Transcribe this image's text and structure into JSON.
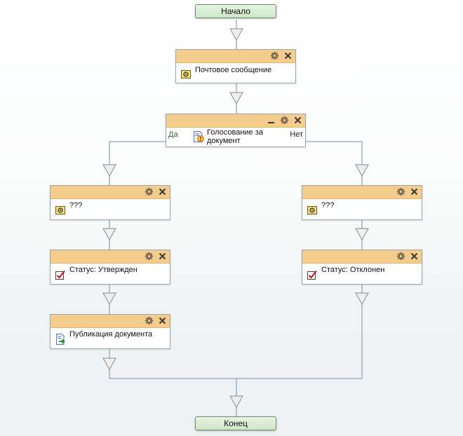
{
  "start": {
    "label": "Начало"
  },
  "end": {
    "label": "Конец"
  },
  "activities": {
    "mail": {
      "label": "Почтовое сообщение",
      "icon": "mail-icon"
    },
    "vote": {
      "label_line1": "Голосование за",
      "label_line2": "документ",
      "icon": "voting-document-icon",
      "yes": "Да",
      "no": "Нет"
    },
    "left_mail": {
      "label": "???",
      "icon": "mail-icon"
    },
    "right_mail": {
      "label": "???",
      "icon": "mail-icon"
    },
    "status_approved": {
      "label": "Статус: Утвержден",
      "icon": "status-check-icon"
    },
    "status_rejected": {
      "label": "Статус: Отклонен",
      "icon": "status-check-icon"
    },
    "publish": {
      "label": "Публикация документа",
      "icon": "publish-document-icon"
    }
  },
  "colors": {
    "header": "#f4cc8c",
    "terminal": "#cfe7c9",
    "connector": "#9db0c4",
    "arrow_fill": "#eeeeee"
  }
}
